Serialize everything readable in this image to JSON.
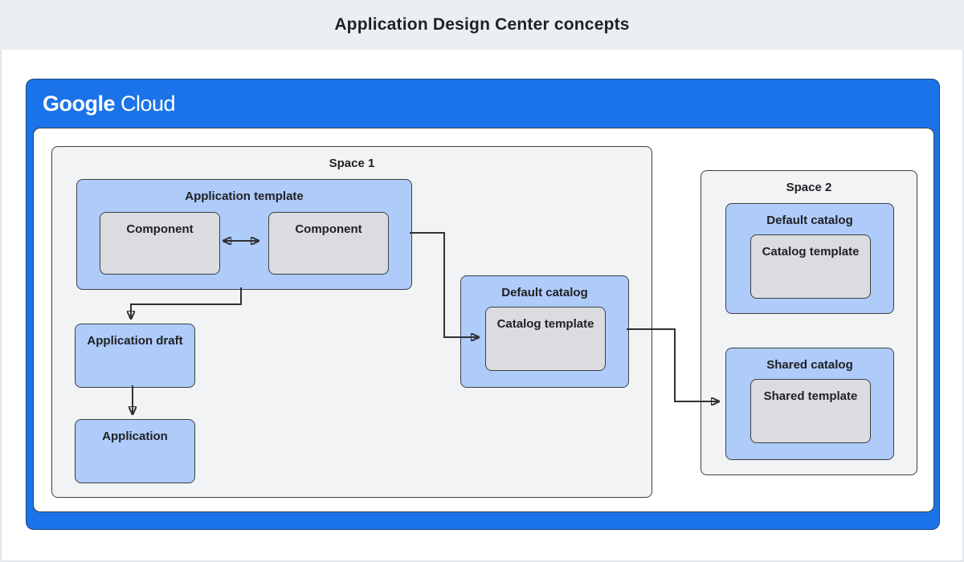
{
  "title": "Application Design Center concepts",
  "brand": {
    "google": "Google",
    "cloud": "Cloud"
  },
  "space1": {
    "label": "Space 1",
    "app_template": {
      "label": "Application template",
      "component_left": "Component",
      "component_right": "Component"
    },
    "app_draft": {
      "label": "Application draft"
    },
    "application": {
      "label": "Application"
    },
    "default_catalog": {
      "label": "Default catalog",
      "catalog_template": "Catalog template"
    }
  },
  "space2": {
    "label": "Space 2",
    "default_catalog": {
      "label": "Default catalog",
      "catalog_template": "Catalog template"
    },
    "shared_catalog": {
      "label": "Shared catalog",
      "shared_template": "Shared template"
    }
  },
  "colors": {
    "brand_blue": "#1a73e8",
    "light_blue": "#aecbfa",
    "box_gray": "#dadce0",
    "space_bg": "#f1f3f4",
    "banner_bg": "#eceff1",
    "border_dark": "#3c4043"
  }
}
